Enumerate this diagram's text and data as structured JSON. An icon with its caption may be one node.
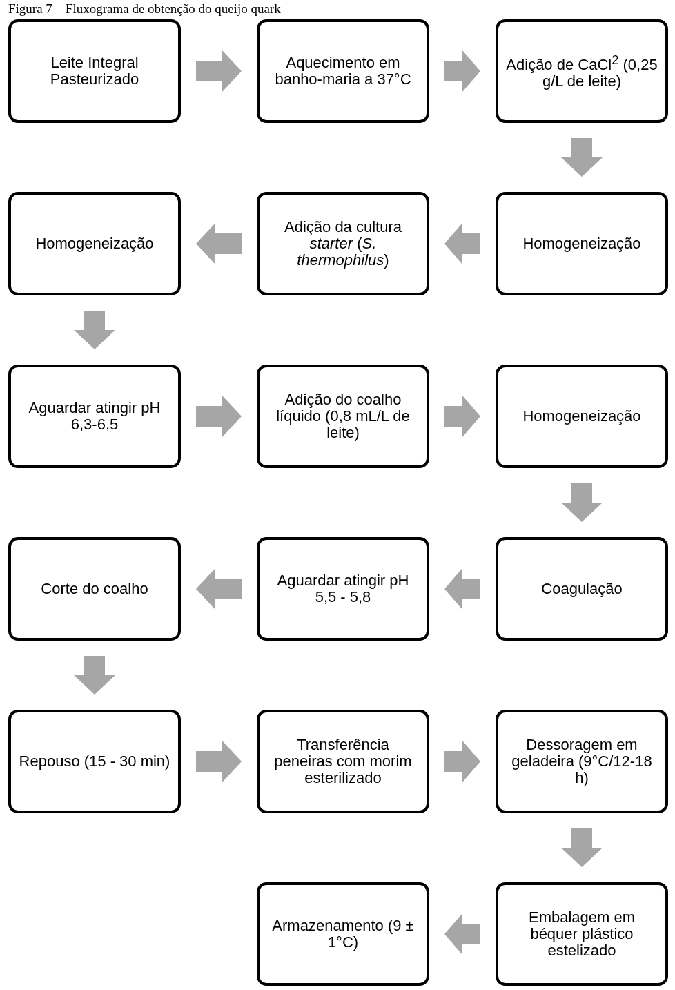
{
  "diagram": {
    "title": "Figura 7 – Fluxograma de obtenção do queijo quark",
    "nodes": [
      {
        "text": [
          "Leite Integral Pasteurizado"
        ]
      },
      {
        "text": [
          "Aquecimento em banho-maria a 37°C"
        ]
      },
      {
        "text": [
          "Adição de CaCl$^{2}$ (0,25 g/L de leite)"
        ]
      },
      {
        "text": [
          "Homogeneização"
        ]
      },
      {
        "text": [
          "Adição da cultura *starter* (*S. thermophilus*)"
        ]
      },
      {
        "text": [
          "Homogeneização"
        ]
      },
      {
        "text": [
          "Aguardar atingir pH 6,3-6,5"
        ]
      },
      {
        "text": [
          "Adição do coalho líquido (0,8 mL/L de leite)"
        ]
      },
      {
        "text": [
          "Homogeneização"
        ]
      },
      {
        "text": [
          "Coagulação"
        ]
      },
      {
        "text": [
          "Aguardar atingir pH 5,5 - 5,8"
        ]
      },
      {
        "text": [
          "Corte do coalho"
        ]
      },
      {
        "text": [
          "Repouso (15 - 30 min)"
        ]
      },
      {
        "text": [
          "Transferência peneiras com morim esterilizado"
        ]
      },
      {
        "text": [
          "Dessoragem em geladeira (9°C/12-18 h)"
        ]
      },
      {
        "text": [
          "Embalagem em béquer plástico estelizado"
        ]
      },
      {
        "text": [
          "Armazenamento (9 ± 1°C)"
        ]
      }
    ],
    "edges": [
      {
        "from": 0,
        "to": 1,
        "arrow": "to"
      },
      {
        "from": 1,
        "to": 2,
        "arrow": "to"
      },
      {
        "from": 2,
        "to": 3,
        "arrow": "to"
      },
      {
        "from": 3,
        "to": 4,
        "arrow": "to"
      },
      {
        "from": 4,
        "to": 5,
        "arrow": "to"
      },
      {
        "from": 5,
        "to": 6,
        "arrow": "to"
      },
      {
        "from": 6,
        "to": 7,
        "arrow": "to"
      },
      {
        "from": 7,
        "to": 8,
        "arrow": "to"
      },
      {
        "from": 8,
        "to": 9,
        "arrow": "to"
      },
      {
        "from": 9,
        "to": 10,
        "arrow": "to"
      },
      {
        "from": 10,
        "to": 11,
        "arrow": "to"
      },
      {
        "from": 11,
        "to": 12,
        "arrow": "to"
      },
      {
        "from": 12,
        "to": 13,
        "arrow": "to"
      },
      {
        "from": 13,
        "to": 14,
        "arrow": "to"
      },
      {
        "from": 14,
        "to": 15,
        "arrow": "to"
      },
      {
        "from": 15,
        "to": 16,
        "arrow": "to"
      }
    ]
  }
}
